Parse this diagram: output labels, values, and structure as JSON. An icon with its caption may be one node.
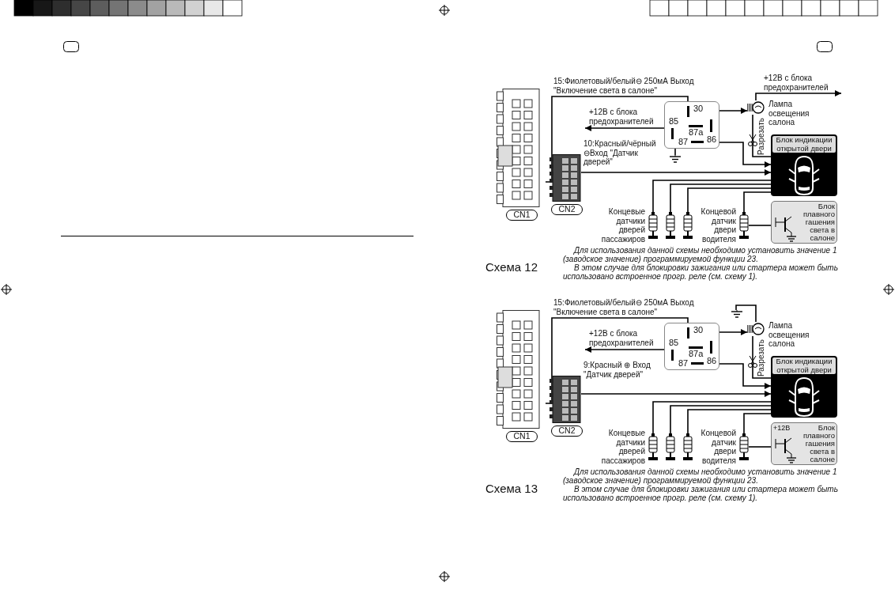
{
  "diagram": {
    "nodes": [
      {
        "text": [],
        "shape": "picture",
        "beside": [
          "CN1"
        ]
      },
      {
        "text": [],
        "shape": "picture",
        "beside": [
          "CN2"
        ]
      },
      {
        "text": [
          "30",
          "85",
          "87a",
          "86",
          "87"
        ]
      },
      {
        "text": [],
        "shape": "picture",
        "beside": [
          "Лампа освещения салона"
        ]
      },
      {
        "text": [
          "Блок индикации открытой двери"
        ]
      },
      {
        "text": [],
        "shape": "picture"
      },
      {
        "text": [],
        "shape": "picture"
      },
      {
        "text": [],
        "shape": "picture"
      },
      {
        "text": [],
        "shape": "picture",
        "beside": [
          "Концевой датчик двери водителя"
        ]
      },
      {
        "text": [
          "Блок плавного гашения света в салоне"
        ]
      },
      {
        "text": [],
        "shape": "ground"
      },
      {
        "text": [],
        "shape": "picture",
        "beside": [
          "CN1"
        ]
      },
      {
        "text": [],
        "shape": "picture",
        "beside": [
          "CN2"
        ]
      },
      {
        "text": [
          "30",
          "85",
          "87a",
          "86",
          "87"
        ]
      },
      {
        "text": [],
        "shape": "picture",
        "beside": [
          "Лампа освещения салона"
        ]
      },
      {
        "text": [
          "Блок индикации открытой двери"
        ]
      },
      {
        "text": [],
        "shape": "picture"
      },
      {
        "text": [],
        "shape": "picture"
      },
      {
        "text": [],
        "shape": "picture"
      },
      {
        "text": [],
        "shape": "picture",
        "beside": [
          "Концевой датчик двери водителя"
        ]
      },
      {
        "text": [
          "+12В",
          "Блок плавного гашения света в салоне"
        ]
      },
      {
        "text": [],
        "shape": "ground"
      }
    ],
    "edges": [
      {
        "from": 0,
        "to": 2,
        "arrow": "none",
        "label": "15:Фиолетовый/белый⊖ 250мА Выход \"Включение света в салоне\""
      },
      {
        "from": 2,
        "to": null,
        "arrow": "to",
        "label": "+12В с блока предохранителей"
      },
      {
        "from": 2,
        "to": 3,
        "arrow": "to"
      },
      {
        "from": 2,
        "to": 4,
        "arrow": "to"
      },
      {
        "from": 1,
        "to": 4,
        "arrow": "to",
        "label": "10:Красный/чёрный ⊖Вход \"Датчик дверей\""
      },
      {
        "from": 3,
        "to": 4,
        "arrow": "none",
        "label": "Разрезать"
      },
      {
        "from": 3,
        "to": null,
        "arrow": "to",
        "label": "+12В с блока предохранителей"
      },
      {
        "from": 5,
        "to": 4,
        "arrow": "none"
      },
      {
        "from": 6,
        "to": 4,
        "arrow": "none"
      },
      {
        "from": 7,
        "to": 4,
        "arrow": "none"
      },
      {
        "from": 8,
        "to": 4,
        "arrow": "none"
      },
      {
        "from": 8,
        "to": 9,
        "arrow": "none"
      },
      {
        "from": 2,
        "to": 10,
        "arrow": "none"
      },
      {
        "from": 11,
        "to": 13,
        "arrow": "none",
        "label": "15:Фиолетовый/белый⊖ 250мА Выход \"Включение света в салоне\""
      },
      {
        "from": 13,
        "to": null,
        "arrow": "to",
        "label": "+12В с блока предохранителей"
      },
      {
        "from": 13,
        "to": 14,
        "arrow": "to"
      },
      {
        "from": 13,
        "to": 15,
        "arrow": "to"
      },
      {
        "from": 12,
        "to": 15,
        "arrow": "to",
        "label": "9:Красный ⊕ Вход \"Датчик дверей\""
      },
      {
        "from": 14,
        "to": 15,
        "arrow": "none",
        "label": "Разрезать"
      },
      {
        "from": 16,
        "to": 15,
        "arrow": "none"
      },
      {
        "from": 17,
        "to": 15,
        "arrow": "none"
      },
      {
        "from": 18,
        "to": 15,
        "arrow": "none"
      },
      {
        "from": 19,
        "to": 15,
        "arrow": "none"
      },
      {
        "from": 19,
        "to": 20,
        "arrow": "none"
      },
      {
        "from": 14,
        "to": 21,
        "arrow": "none"
      }
    ],
    "labels": [
      "Концевые датчики дверей пассажиров",
      "Для использования данной схемы необходимо установить значение 1 (заводское значение) программируемой функции 23.",
      "В этом случае для блокировки зажигания или стартера может быть использовано встроенное прогр. реле (см. схему 1).",
      "Схема 12",
      "Концевые датчики дверей пассажиров",
      "Для использования данной схемы необходимо установить значение 1 (заводское значение) программируемой функции 23.",
      "В этом случае для блокировки зажигания или стартера может быть использовано встроенное прогр. реле (см. схему 1).",
      "Схема 13"
    ]
  }
}
